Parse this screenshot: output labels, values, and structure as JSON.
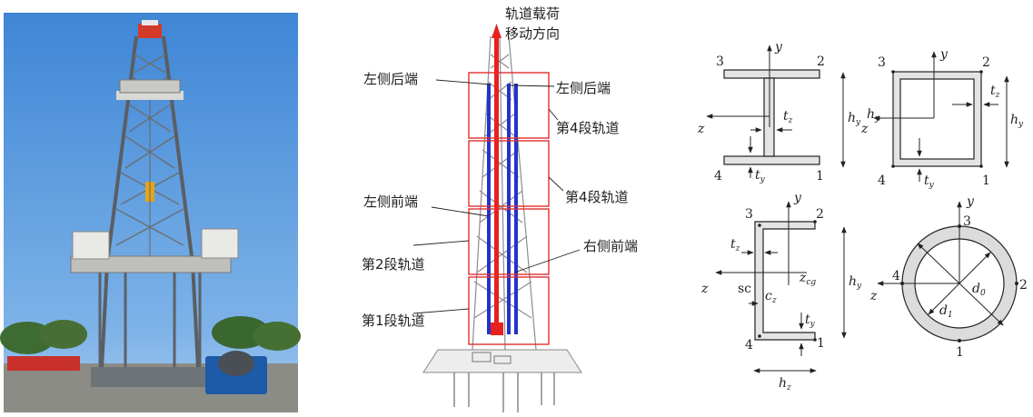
{
  "tower_model": {
    "arrow_caption_line1": "轨道载荷",
    "arrow_caption_line2": "移动方向",
    "left_rear_end_a": "左侧后端",
    "left_rear_end_b": "左侧后端",
    "segment4_a": "第4段轨道",
    "segment4_b": "第4段轨道",
    "left_front_end": "左侧前端",
    "right_front_end": "右侧前端",
    "segment2": "第2段轨道",
    "segment1": "第1段轨道"
  },
  "sections": {
    "i_beam": {
      "axis_y": "y",
      "axis_z": "z",
      "tz": "t",
      "tz_sub": "z",
      "ty": "t",
      "ty_sub": "y",
      "hy": "h",
      "hy_sub": "y",
      "c1": "1",
      "c2": "2",
      "c3": "3",
      "c4": "4"
    },
    "box": {
      "axis_y": "y",
      "axis_z": "z",
      "tz": "t",
      "tz_sub": "z",
      "ty": "t",
      "ty_sub": "y",
      "hy": "h",
      "hy_sub": "y",
      "hy2": "h",
      "hy2_sub": "y",
      "c1": "1",
      "c2": "2",
      "c3": "3",
      "c4": "4"
    },
    "channel": {
      "axis_y": "y",
      "axis_z": "z",
      "tz": "t",
      "tz_sub": "z",
      "ty": "t",
      "ty_sub": "y",
      "zcg": "z",
      "zcg_sub": "cg",
      "sc": "sc",
      "cz": "c",
      "cz_sub": "z",
      "hy": "h",
      "hy_sub": "y",
      "hz": "h",
      "hz_sub": "z",
      "c1": "1",
      "c2": "2",
      "c3": "3",
      "c4": "4"
    },
    "tube": {
      "axis_y": "y",
      "axis_z": "z",
      "d0": "d",
      "d0_sub": "0",
      "d1": "d",
      "d1_sub": "1",
      "c1": "1",
      "c2": "2",
      "c3": "3",
      "c4": "4"
    }
  },
  "colors": {
    "frame_red": "#e03030",
    "rail_blue": "#2233cc",
    "arrow_red": "#e82020",
    "sky": "#4a8fd8"
  }
}
